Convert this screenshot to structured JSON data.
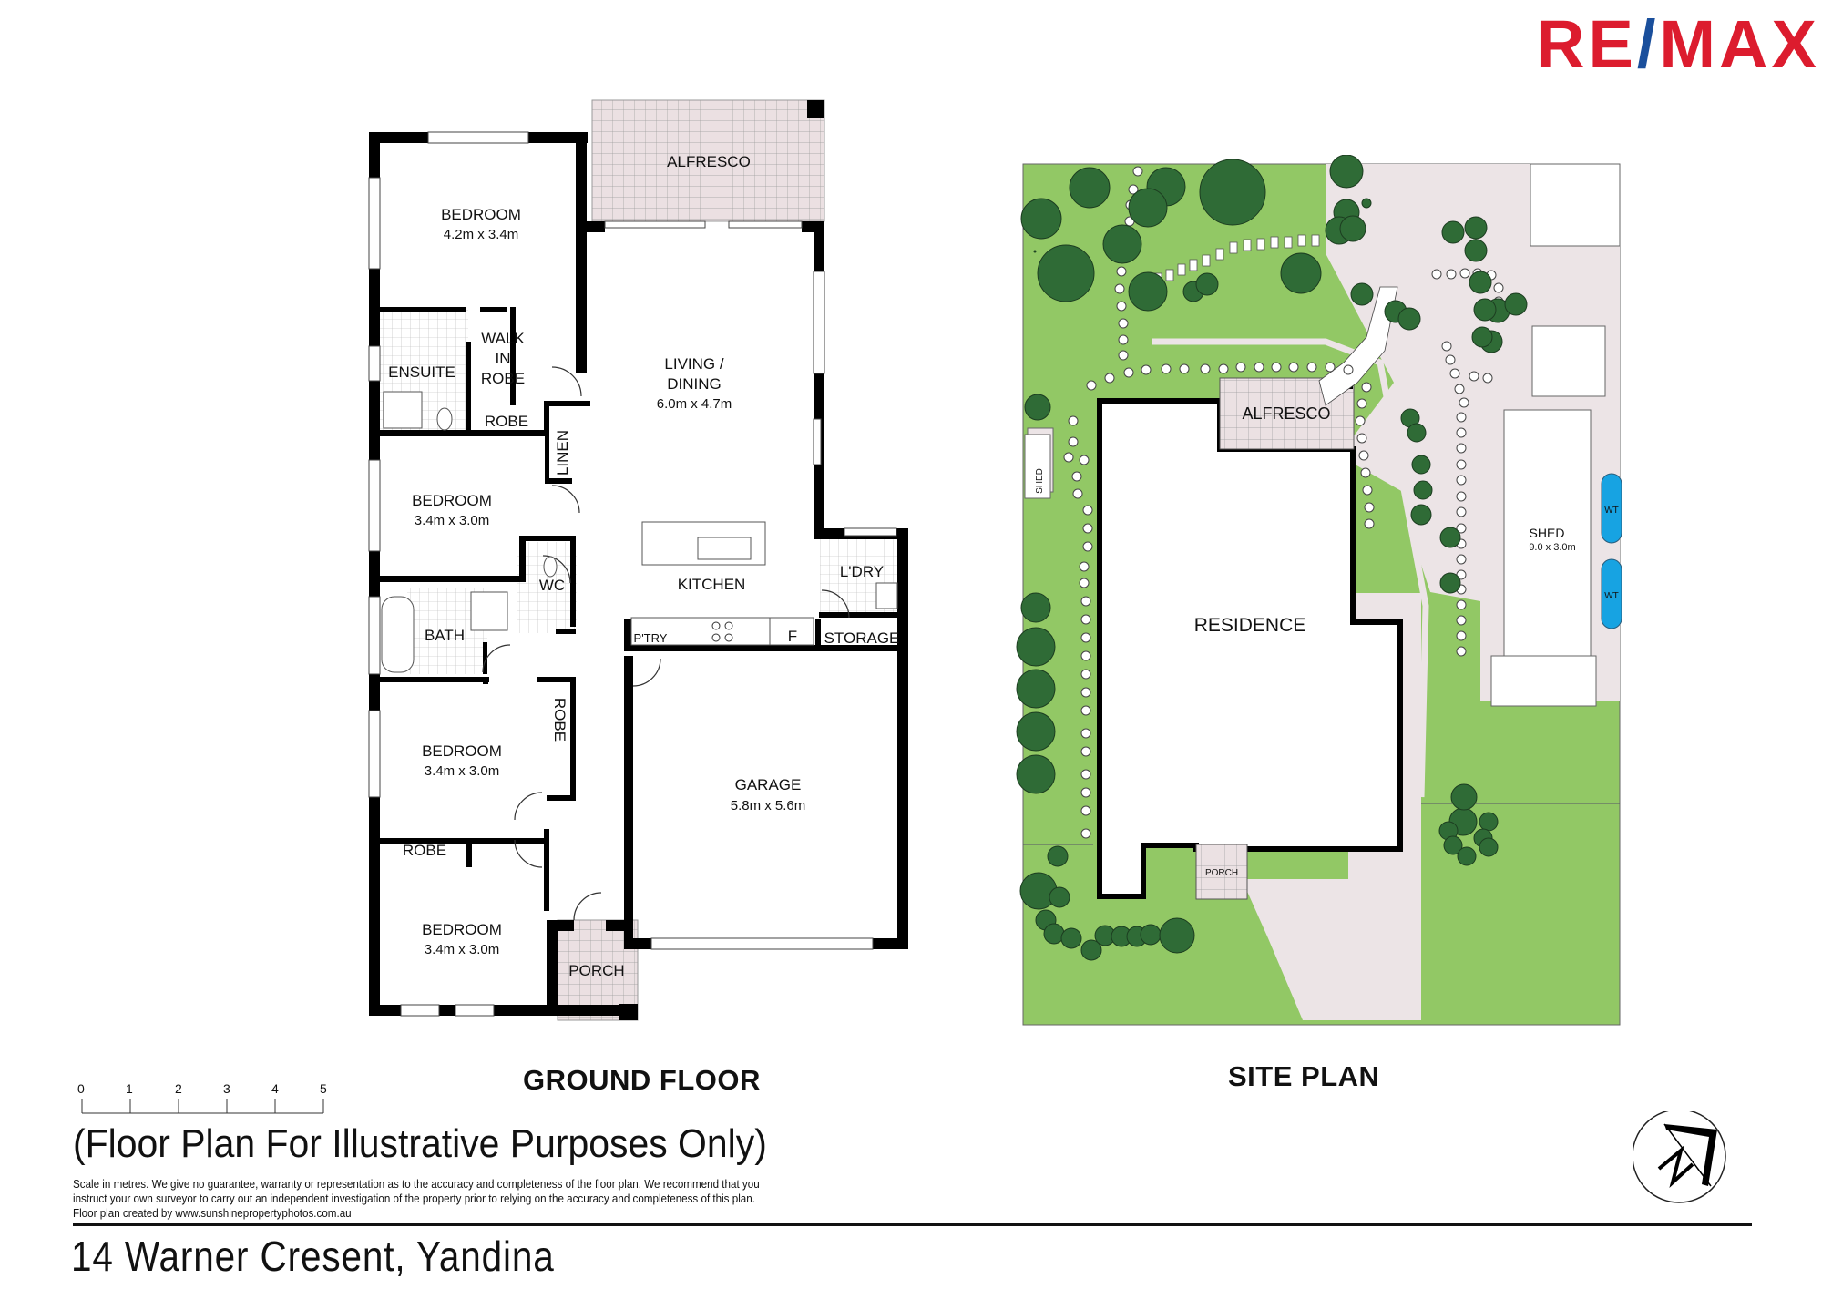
{
  "brand": {
    "name_left": "RE",
    "slash": "/",
    "name_right": "MAX",
    "colors": {
      "red": "#dc1c2e",
      "blue": "#1a4f9c"
    }
  },
  "ground_floor": {
    "title": "GROUND FLOOR",
    "rooms": {
      "alfresco": "ALFRESCO",
      "master_bedroom": {
        "name": "BEDROOM",
        "size": "4.2m x 3.4m"
      },
      "walk_in_robe_1": "WALK",
      "walk_in_robe_2": "IN",
      "walk_in_robe_3": "ROBE",
      "ensuite": "ENSUITE",
      "robe_1": "ROBE",
      "linen": "LINEN",
      "living_dining": {
        "name_1": "LIVING /",
        "name_2": "DINING",
        "size": "6.0m x 4.7m"
      },
      "bedroom_2": {
        "name": "BEDROOM",
        "size": "3.4m x 3.0m"
      },
      "wc": "WC",
      "kitchen": "KITCHEN",
      "laundry": "L'DRY",
      "bath": "BATH",
      "pantry": "P'TRY",
      "fridge": "F",
      "storage": "STORAGE",
      "bedroom_3": {
        "name": "BEDROOM",
        "size": "3.4m x 3.0m"
      },
      "robe_2": "ROBE",
      "garage": {
        "name": "GARAGE",
        "size": "5.8m x 5.6m"
      },
      "robe_3": "ROBE",
      "bedroom_4": {
        "name": "BEDROOM",
        "size": "3.4m x 3.0m"
      },
      "porch": "PORCH"
    }
  },
  "site_plan": {
    "title": "SITE PLAN",
    "labels": {
      "alfresco": "ALFRESCO",
      "residence": "RESIDENCE",
      "porch": "PORCH",
      "small_shed": "SHED",
      "big_shed": {
        "name": "SHED",
        "size": "9.0 x 3.0m"
      },
      "water_tank_1": "WT",
      "water_tank_2": "WT"
    },
    "colors": {
      "lawn": "#92c865",
      "tree": "#2f6b36",
      "paving": "#ece4e6",
      "tank": "#17a3e2"
    }
  },
  "scale_bar": {
    "unit_note": "Scale in metres",
    "ticks": [
      "0",
      "1",
      "2",
      "3",
      "4",
      "5"
    ]
  },
  "footer": {
    "disclaimer_heading": "(Floor Plan For Illustrative Purposes Only)",
    "disclaimer_text": "Scale in metres. We give no guarantee, warranty or representation as to the accuracy and completeness of the floor plan. We recommend that you instruct your own surveyor to carry out an independent investigation of the property prior to relying on the accuracy and completeness of this plan. Floor plan created by www.sunshinepropertyphotos.com.au",
    "address": "14 Warner Cresent, Yandina"
  }
}
